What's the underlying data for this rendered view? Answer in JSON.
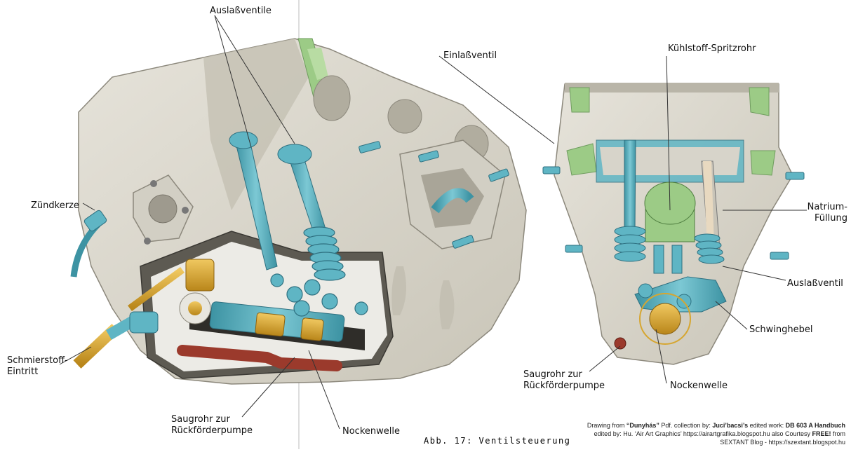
{
  "labels": {
    "auslassventile": "Auslaßventile",
    "einlassventil": "Einlaßventil",
    "zuendkerze": "Zündkerze",
    "schmierstoff_line1": "Schmierstoff-",
    "schmierstoff_line2": "Eintritt",
    "saugrohr_left_line1": "Saugrohr zur",
    "saugrohr_left_line2": "Rückförderpumpe",
    "nockenwelle_left": "Nockenwelle",
    "kuehlstoff": "Kühlstoff-Spritzrohr",
    "natrium_line1": "Natrium-",
    "natrium_line2": "Füllung",
    "auslassventil_right": "Auslaßventil",
    "schwinghebel": "Schwinghebel",
    "saugrohr_right_line1": "Saugrohr zur",
    "saugrohr_right_line2": "Rückförderpumpe",
    "nockenwelle_right": "Nockenwelle"
  },
  "caption": "Abb. 17: Ventilsteuerung",
  "credits": {
    "line1_a": "Drawing from ",
    "line1_b": "“Dunyhás”",
    "line1_c": " Pdf. collection by: ",
    "line1_d": "Juci’bacsi’s",
    "line1_e": " edited work: ",
    "line1_f": "DB 603 A Handbuch",
    "line2_a": "edited by: Hu. ‘Air Art Graphics’  https://airartgrafika.blogspot.hu  also Courtesy ",
    "line2_b": "FREE!",
    "line2_c": "  from",
    "line3": "SEXTANT Blog - https://szextant.blogspot.hu"
  },
  "colors": {
    "casting": "#dcd9cf",
    "casting_shadow": "#b9b5a8",
    "steel_blue": "#5fb5c4",
    "steel_blue_dark": "#3b8e9e",
    "water_green": "#9ccb86",
    "brass": "#d6a630",
    "red_pipe": "#9b3a2c"
  }
}
